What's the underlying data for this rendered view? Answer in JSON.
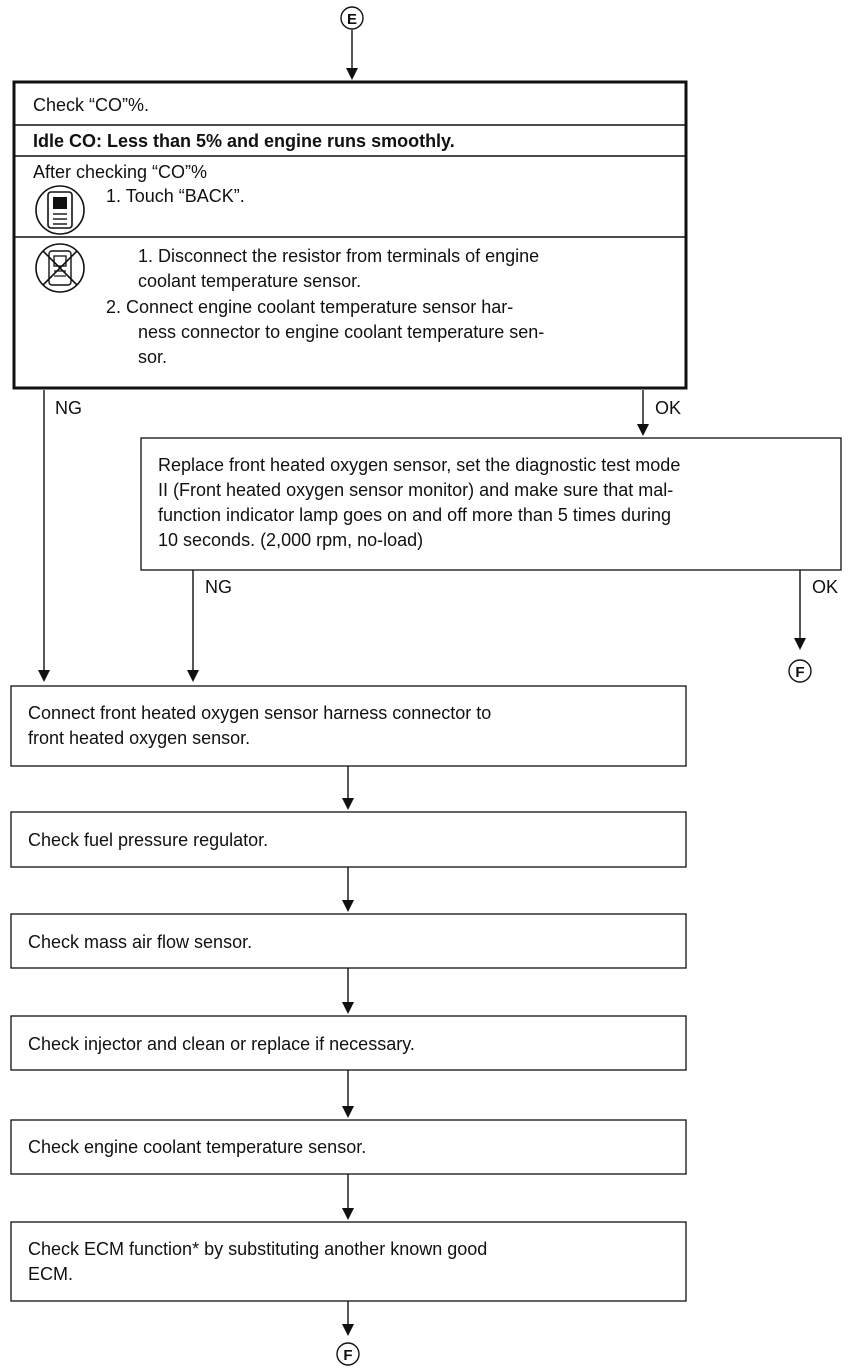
{
  "connectors": {
    "top": "E",
    "right": "F",
    "bottom": "F"
  },
  "box1": {
    "title": "Check “CO”%.",
    "spec": "Idle CO: Less than 5% and engine runs smoothly.",
    "after": "After checking “CO”%",
    "consult_step": "1.  Touch “BACK”.",
    "no_consult_steps": [
      "1.  Disconnect the resistor from terminals of engine",
      "coolant temperature sensor.",
      "2.  Connect engine coolant temperature sensor har-",
      "ness connector to engine coolant temperature sen-",
      "sor."
    ]
  },
  "labels": {
    "ng1": "NG",
    "ok1": "OK",
    "ng2": "NG",
    "ok2": "OK"
  },
  "box2": [
    "Replace front heated oxygen sensor, set the diagnostic test mode",
    "II (Front heated oxygen sensor monitor) and make sure that mal-",
    "function indicator lamp goes on and off more than 5 times during",
    "10 seconds. (2,000 rpm, no-load)"
  ],
  "box3": [
    "Connect front heated oxygen sensor harness connector to",
    "front heated oxygen sensor."
  ],
  "box4": "Check fuel pressure regulator.",
  "box5": "Check mass air flow sensor.",
  "box6": "Check injector and clean or replace if necessary.",
  "box7": "Check engine coolant temperature sensor.",
  "box8": [
    "Check ECM function* by substituting another known good",
    "ECM."
  ],
  "icons": {
    "consult": "consult-tester-icon",
    "no_consult": "no-consult-icon"
  }
}
